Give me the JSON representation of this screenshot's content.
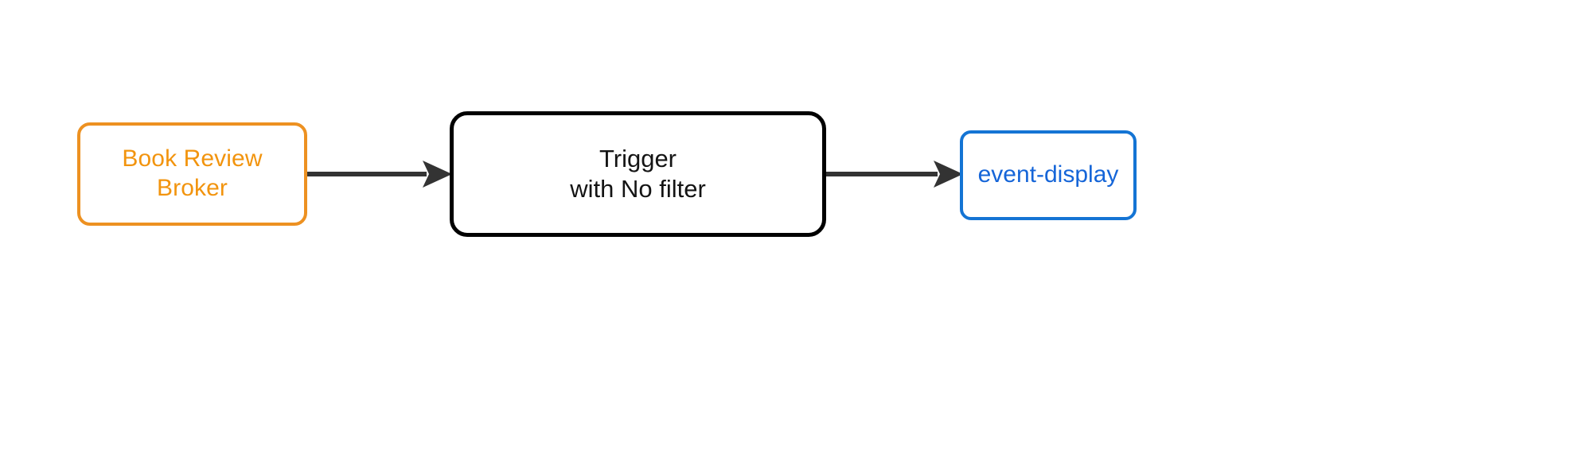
{
  "diagram": {
    "type": "flow",
    "background_color": "#ffffff",
    "orientation": "left-to-right",
    "nodes": [
      {
        "id": "broker",
        "label_lines": [
          "Book Review",
          "Broker"
        ],
        "line1": "Book Review",
        "line2": "Broker",
        "role": "source-broker",
        "border_color": "#ED9121",
        "text_color": "#F2940E",
        "fill_color": "#ffffff",
        "shape": "rounded-rectangle"
      },
      {
        "id": "trigger",
        "label_lines": [
          "Trigger",
          "with No filter"
        ],
        "line1": "Trigger",
        "line2": "with No filter",
        "role": "trigger",
        "border_color": "#000000",
        "text_color": "#141414",
        "fill_color": "#ffffff",
        "shape": "rounded-rectangle"
      },
      {
        "id": "event-display",
        "label_lines": [
          "event-display"
        ],
        "line1": "event-display",
        "role": "sink-service",
        "border_color": "#1474D4",
        "text_color": "#1565D8",
        "fill_color": "#ffffff",
        "shape": "rounded-rectangle"
      }
    ],
    "edges": [
      {
        "id": "broker-to-trigger",
        "from": "broker",
        "to": "trigger",
        "label": "",
        "color": "#333333",
        "arrowhead": "solid-triangle"
      },
      {
        "id": "trigger-to-display",
        "from": "trigger",
        "to": "event-display",
        "label": "",
        "color": "#333333",
        "arrowhead": "solid-triangle"
      }
    ]
  }
}
